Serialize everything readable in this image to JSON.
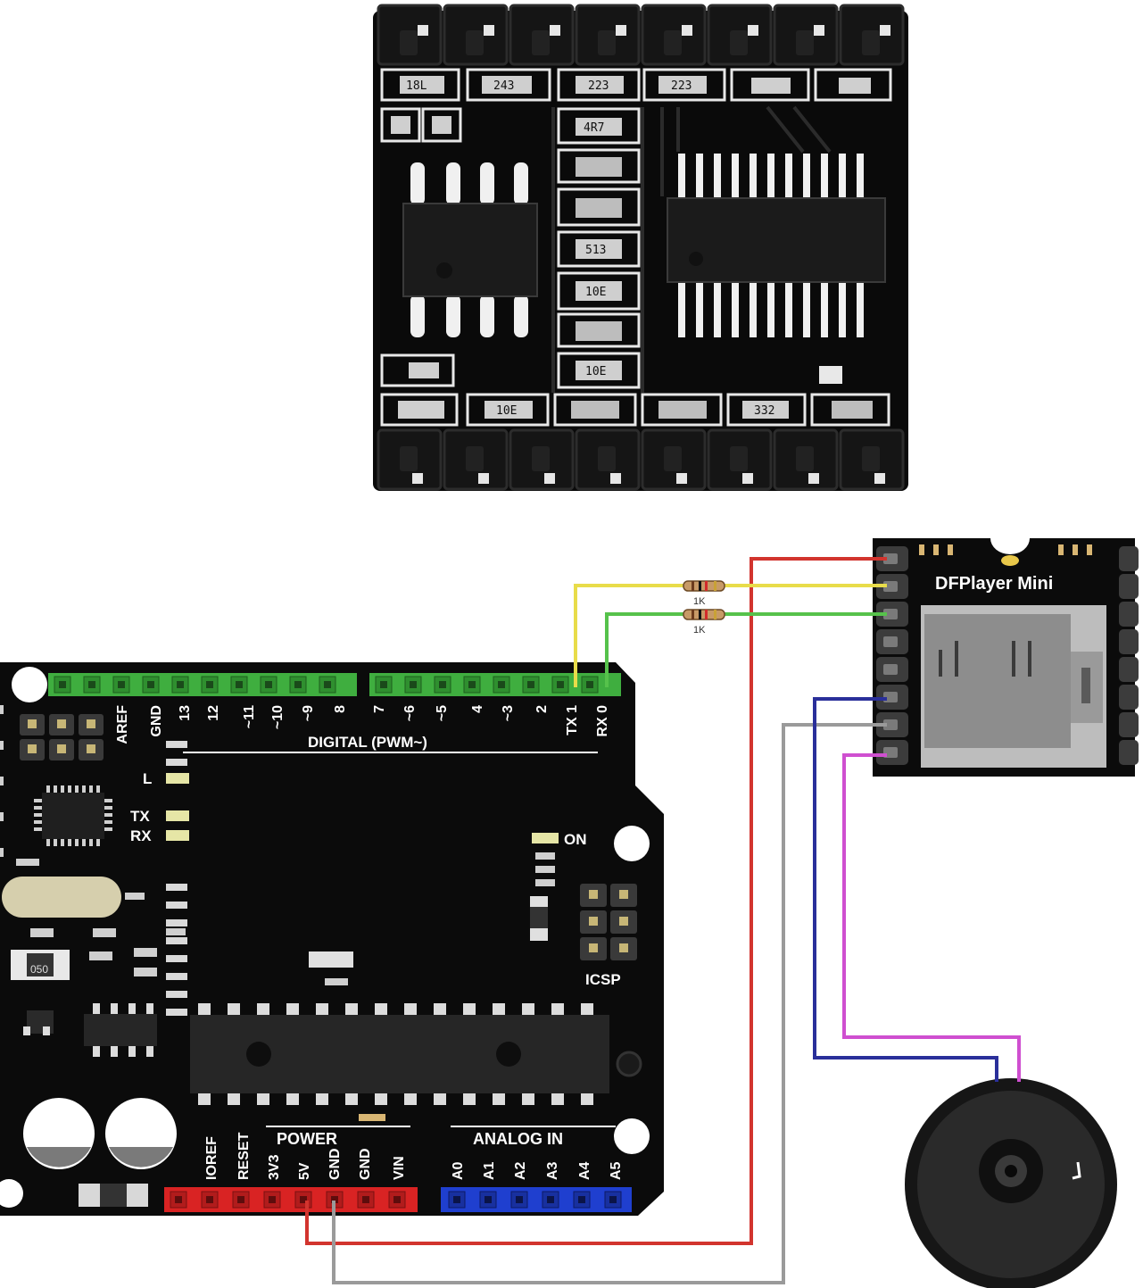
{
  "module_photo": {
    "chip_codes": [
      "18L",
      "243",
      "223",
      "223",
      "4R7",
      "513",
      "10E",
      "10E",
      "10E",
      "332"
    ]
  },
  "arduino": {
    "labels": {
      "digital": "DIGITAL (PWM~)",
      "power": "POWER",
      "analog_in": "ANALOG IN",
      "on": "ON",
      "icsp": "ICSP",
      "l": "L",
      "tx": "TX",
      "rx": "RX",
      "crystal_code": "050"
    },
    "digital_pins": [
      "AREF",
      "GND",
      "13",
      "12",
      "~11",
      "~10",
      "~9",
      "8",
      "7",
      "~6",
      "~5",
      "4",
      "~3",
      "2",
      "TX 1",
      "RX 0"
    ],
    "power_pins": [
      "IOREF",
      "RESET",
      "3V3",
      "5V",
      "GND",
      "GND",
      "VIN"
    ],
    "analog_pins": [
      "A0",
      "A1",
      "A2",
      "A3",
      "A4",
      "A5"
    ]
  },
  "dfplayer": {
    "title": "DFPlayer Mini"
  },
  "resistors": [
    {
      "label": "1K"
    },
    {
      "label": "1K"
    }
  ],
  "colors": {
    "wire_red": "#d2342e",
    "wire_yellow": "#e8dc4a",
    "wire_green": "#56c24b",
    "wire_blue": "#2a2f9a",
    "wire_gray": "#9a9a9a",
    "wire_magenta": "#cf4fd0",
    "header_green": "#3fae3f",
    "header_red": "#d92323",
    "header_blue": "#1f3fcf",
    "board": "#0b0b0b"
  }
}
